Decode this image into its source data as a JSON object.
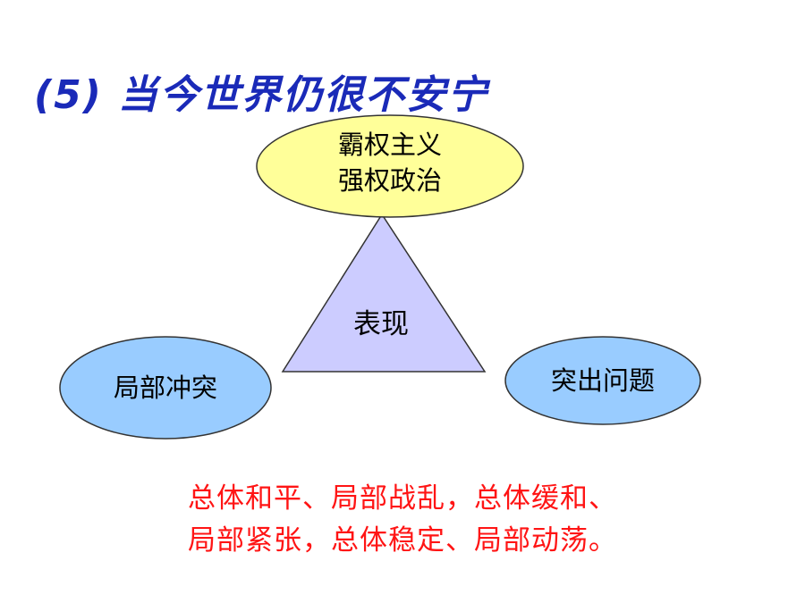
{
  "title": "(5) 当今世界仍很不安宁",
  "center": {
    "label": "表现"
  },
  "nodes": {
    "top": {
      "line1": "霸权主义",
      "line2": "强权政治"
    },
    "left": {
      "label": "局部冲突"
    },
    "right": {
      "label": "突出问题"
    }
  },
  "summary": {
    "line1": "总体和平、局部战乱，总体缓和、",
    "line2": "局部紧张，总体稳定、局部动荡。"
  },
  "colors": {
    "title": "#1a2ab8",
    "top_ellipse": "#ffff99",
    "side_ellipse": "#99ccff",
    "triangle": "#ccccff",
    "summary_text": "#ff1414"
  }
}
